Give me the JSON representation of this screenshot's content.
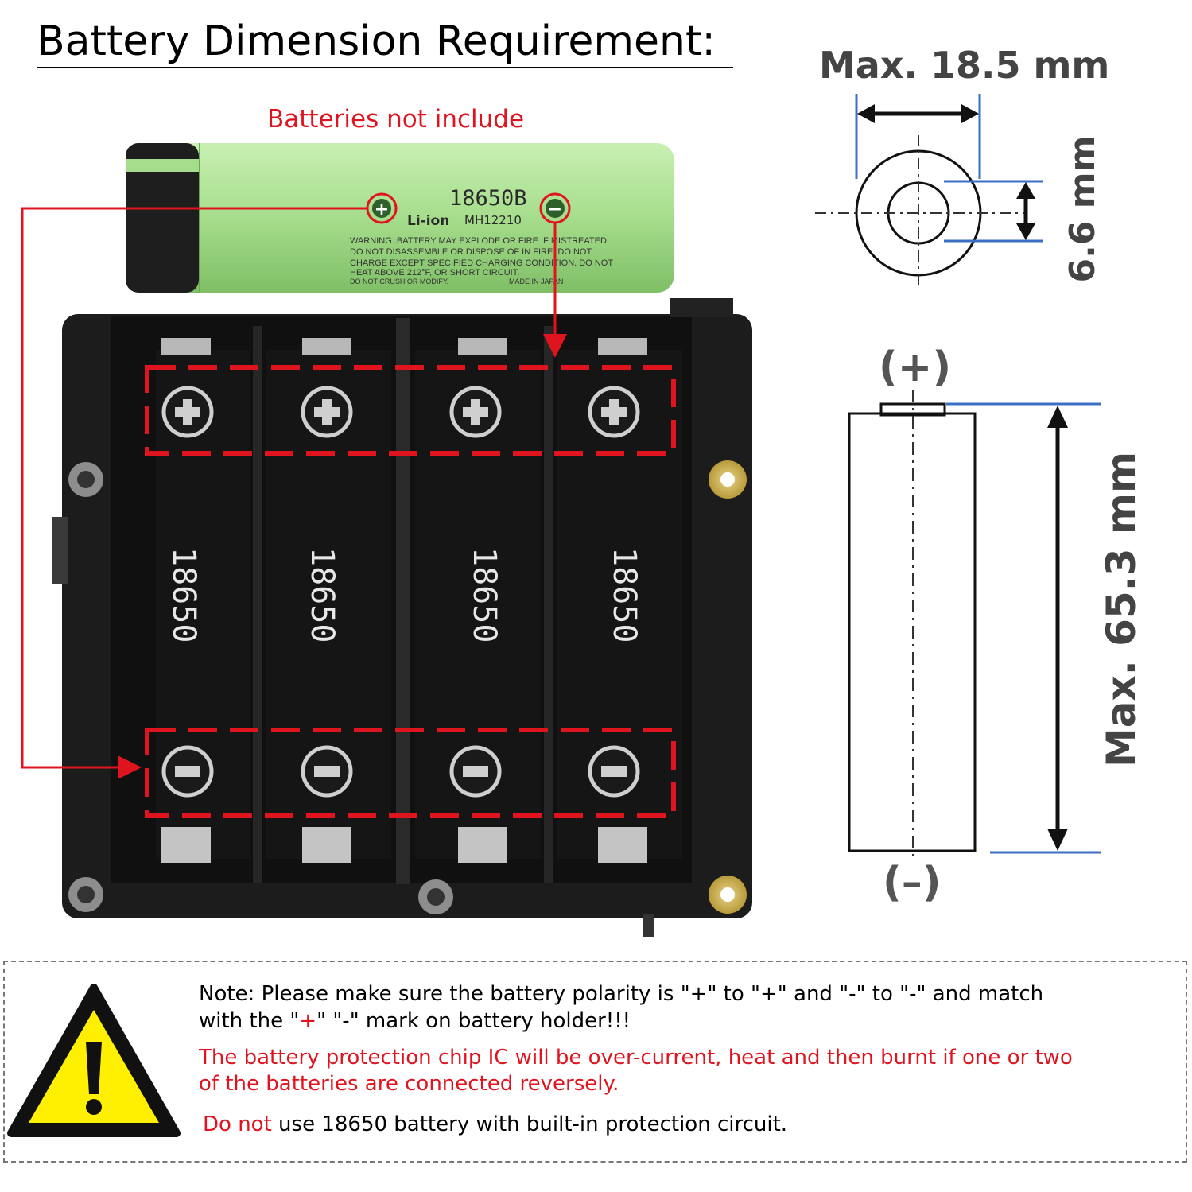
{
  "title": "Battery Dimension Requirement:",
  "batteries_note": "Batteries not include",
  "battery": {
    "model": "18650B",
    "type": "Li-ion",
    "code": "MH12210",
    "warning_lines": [
      "WARNING :BATTERY MAY EXPLODE OR FIRE IF MISTREATED.",
      "DO NOT DISASSEMBLE OR DISPOSE OF IN FIRE. DO NOT",
      "CHARGE EXCEPT SPECIFIED CHARGING CONDITION. DO NOT",
      "HEAT ABOVE 212°F, OR SHORT CIRCUIT.",
      "DO NOT CRUSH OR MODIFY."
    ],
    "made_in": "MADE IN JAPAN",
    "plus_symbol": "+",
    "minus_symbol": "−"
  },
  "holder": {
    "slot_labels": [
      "18650",
      "18650",
      "18650",
      "18650"
    ]
  },
  "dimensions": {
    "diameter": "Max. 18.5 mm",
    "tab": "6.6 mm",
    "length": "Max. 65.3 mm",
    "positive": "(+)",
    "negative": "(–)"
  },
  "note": {
    "line1": "Note: Please make sure the battery polarity is \"+\" to \"+\" and \"-\" to \"-\" and match",
    "line2_a": "with the \"",
    "line2_plus": "+",
    "line2_b": "\" \"-\" mark on battery holder!!!",
    "line3": "The battery protection chip IC will be over-current, heat and then burnt if one or two",
    "line4": "of the batteries are connected reversely.",
    "line5_red": "Do not",
    "line5_rest": " use 18650 battery with built-in protection circuit."
  },
  "colors": {
    "accent_red": "#e0141e",
    "battery_green": "#a6dd8c",
    "board_black": "#1c1c1c",
    "dim_blue": "#3a6fc4",
    "warning_yellow": "#ffef00"
  }
}
